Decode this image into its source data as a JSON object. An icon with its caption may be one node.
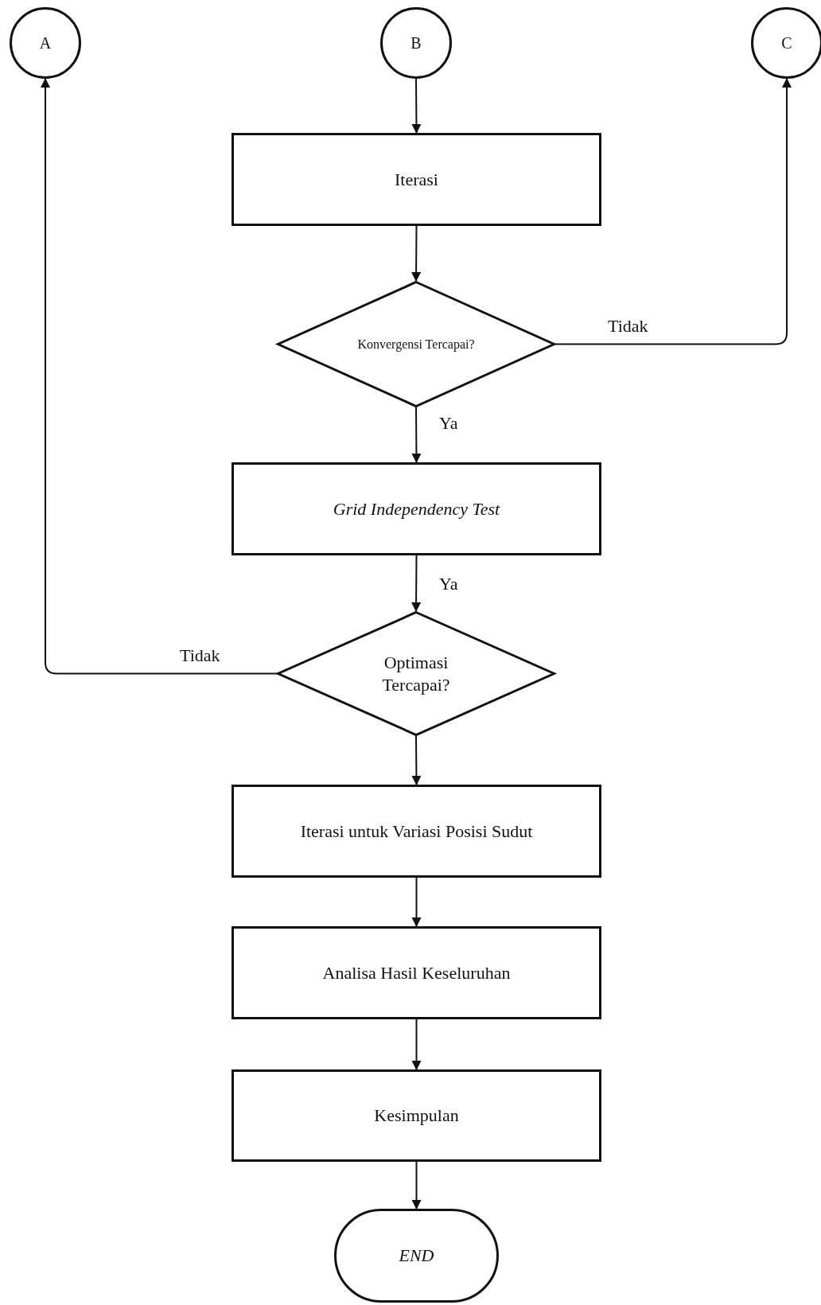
{
  "diagram": {
    "nodes": [
      {
        "text": [
          "A"
        ]
      },
      {
        "text": [
          "B"
        ]
      },
      {
        "text": [
          "C"
        ]
      },
      {
        "text": [
          "Iterasi"
        ]
      },
      {
        "text": [
          "Konvergensi Tercapai?"
        ]
      },
      {
        "text": [
          "Grid Independency Test"
        ]
      },
      {
        "text": [
          "Optimasi Tercapai?"
        ]
      },
      {
        "text": [
          "Iterasi untuk Variasi Posisi Sudut"
        ]
      },
      {
        "text": [
          "Analisa Hasil Keseluruhan"
        ]
      },
      {
        "text": [
          "Kesimpulan"
        ]
      },
      {
        "text": [
          "END"
        ]
      }
    ],
    "edges": [
      {
        "from": 1,
        "to": 3,
        "arrow": "to"
      },
      {
        "from": 3,
        "to": 4,
        "arrow": "to"
      },
      {
        "from": 4,
        "to": 2,
        "arrow": "to",
        "label": "Tidak"
      },
      {
        "from": 4,
        "to": 5,
        "arrow": "to",
        "label": "Ya"
      },
      {
        "from": 5,
        "to": 6,
        "arrow": "to",
        "label": "Ya"
      },
      {
        "from": 6,
        "to": 0,
        "arrow": "to",
        "label": "Tidak"
      },
      {
        "from": 6,
        "to": 7,
        "arrow": "to"
      },
      {
        "from": 7,
        "to": 8,
        "arrow": "to"
      },
      {
        "from": 8,
        "to": 9,
        "arrow": "to"
      },
      {
        "from": 9,
        "to": 10,
        "arrow": "to"
      }
    ]
  }
}
